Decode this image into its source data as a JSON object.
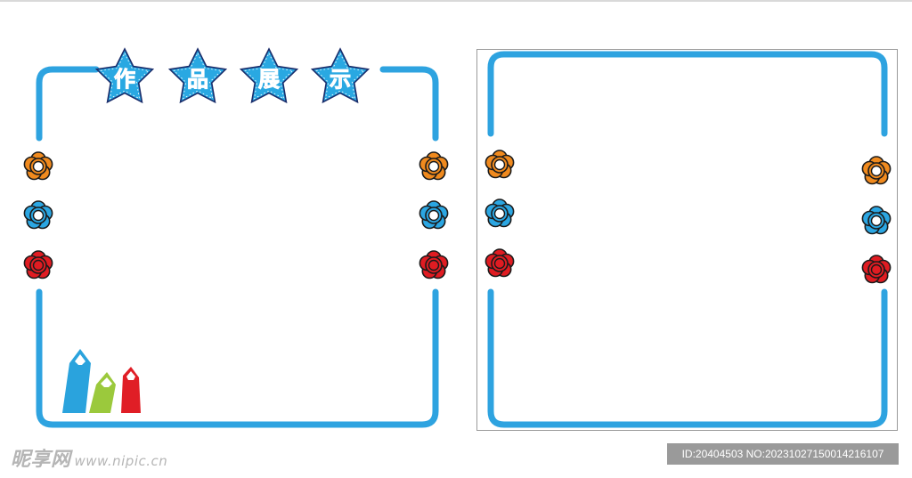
{
  "header": {
    "title_chars": [
      "作",
      "品",
      "展",
      "示"
    ]
  },
  "colors": {
    "frame_blue": "#2ea3e0",
    "star_blue": "#29a8e2",
    "text_red": "#e8202a",
    "flower_orange": "#f08a1e",
    "flower_blue": "#2ba6e2",
    "flower_red": "#e01c22",
    "pencil_blue": "#2aa3dd",
    "pencil_green": "#9bc93c",
    "pencil_red": "#e01e26"
  },
  "icons": {
    "star_badge": "star-badge-icon",
    "flower": "flower-icon",
    "pencils": "pencils-icon"
  },
  "watermark": {
    "left_brand": "昵享网",
    "left_url": "www.nipic.cn",
    "right_id": "ID:20404503 NO:20231027150014216107"
  }
}
